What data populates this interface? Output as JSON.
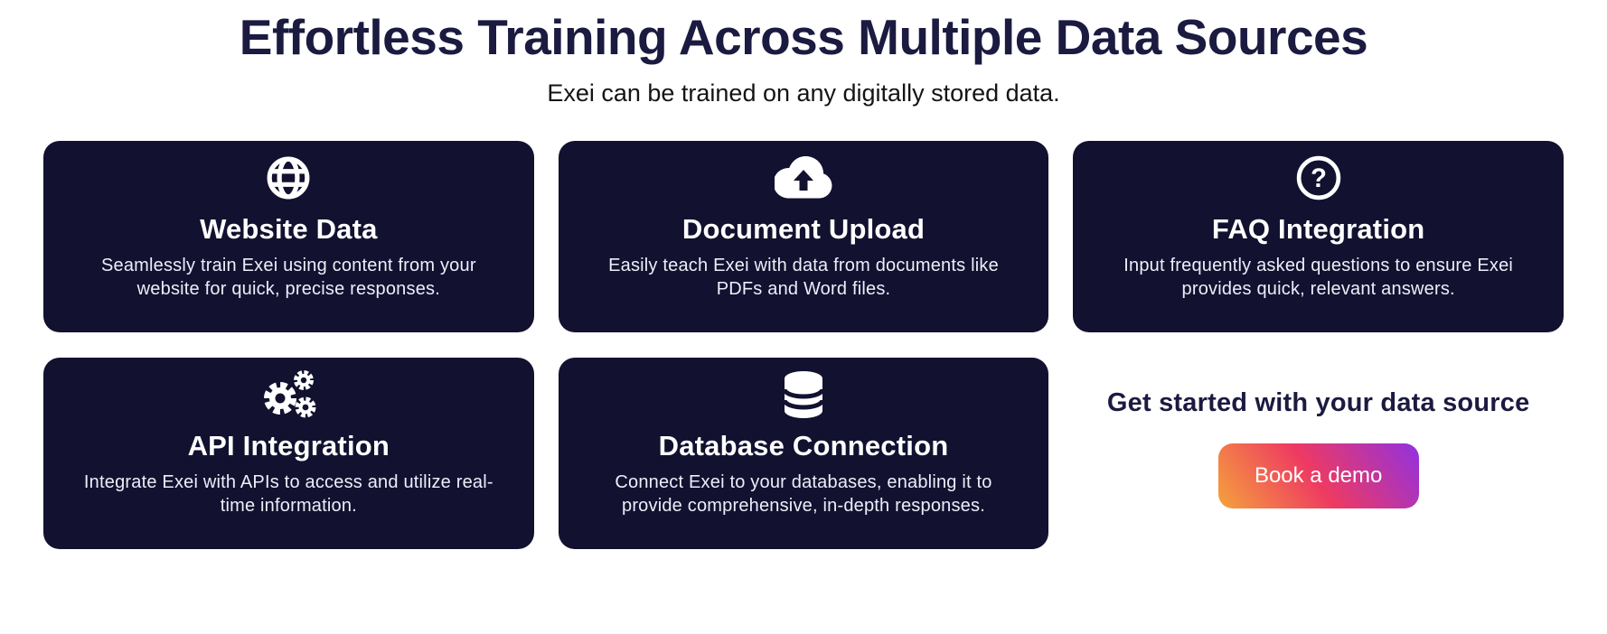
{
  "header": {
    "title": "Effortless Training Across Multiple Data Sources",
    "subtitle": "Exei can be trained on any digitally stored data."
  },
  "cards": [
    {
      "icon": "globe-icon",
      "title": "Website Data",
      "description": "Seamlessly train Exei using content from your website for quick, precise responses."
    },
    {
      "icon": "cloud-upload-icon",
      "title": "Document Upload",
      "description": "Easily teach Exei with data from documents like PDFs and Word files."
    },
    {
      "icon": "question-circle-icon",
      "title": "FAQ Integration",
      "description": "Input frequently asked questions to ensure Exei provides quick, relevant answers."
    },
    {
      "icon": "gears-icon",
      "title": "API Integration",
      "description": "Integrate Exei with APIs to access and utilize real-time information."
    },
    {
      "icon": "database-icon",
      "title": "Database Connection",
      "description": "Connect Exei to your databases, enabling it to provide comprehensive, in-depth responses."
    }
  ],
  "cta": {
    "heading": "Get started with your data source",
    "button_label": "Book a demo"
  },
  "colors": {
    "card_background": "#121130",
    "heading_text": "#1b1a40",
    "card_body_text": "#efedf8",
    "button_gradient_start": "#f5a23c",
    "button_gradient_mid": "#ee3a62",
    "button_gradient_end": "#9231e0"
  }
}
